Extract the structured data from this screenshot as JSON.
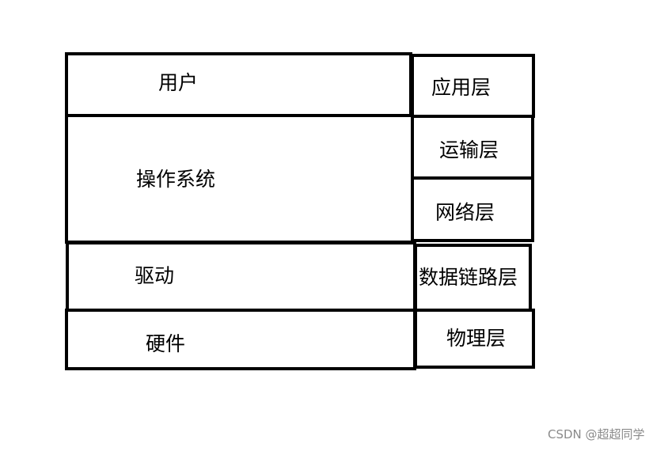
{
  "diagram": {
    "left_column": {
      "user": "用户",
      "os": "操作系统",
      "driver": "驱动",
      "hardware": "硬件"
    },
    "right_column": {
      "application": "应用层",
      "transport": "运输层",
      "network": "网络层",
      "datalink": "数据链路层",
      "physical": "物理层"
    }
  },
  "watermark": "CSDN @超超同学",
  "colors": {
    "stroke": "#000000",
    "watermark": "#8a8a8a",
    "background": "#ffffff"
  }
}
